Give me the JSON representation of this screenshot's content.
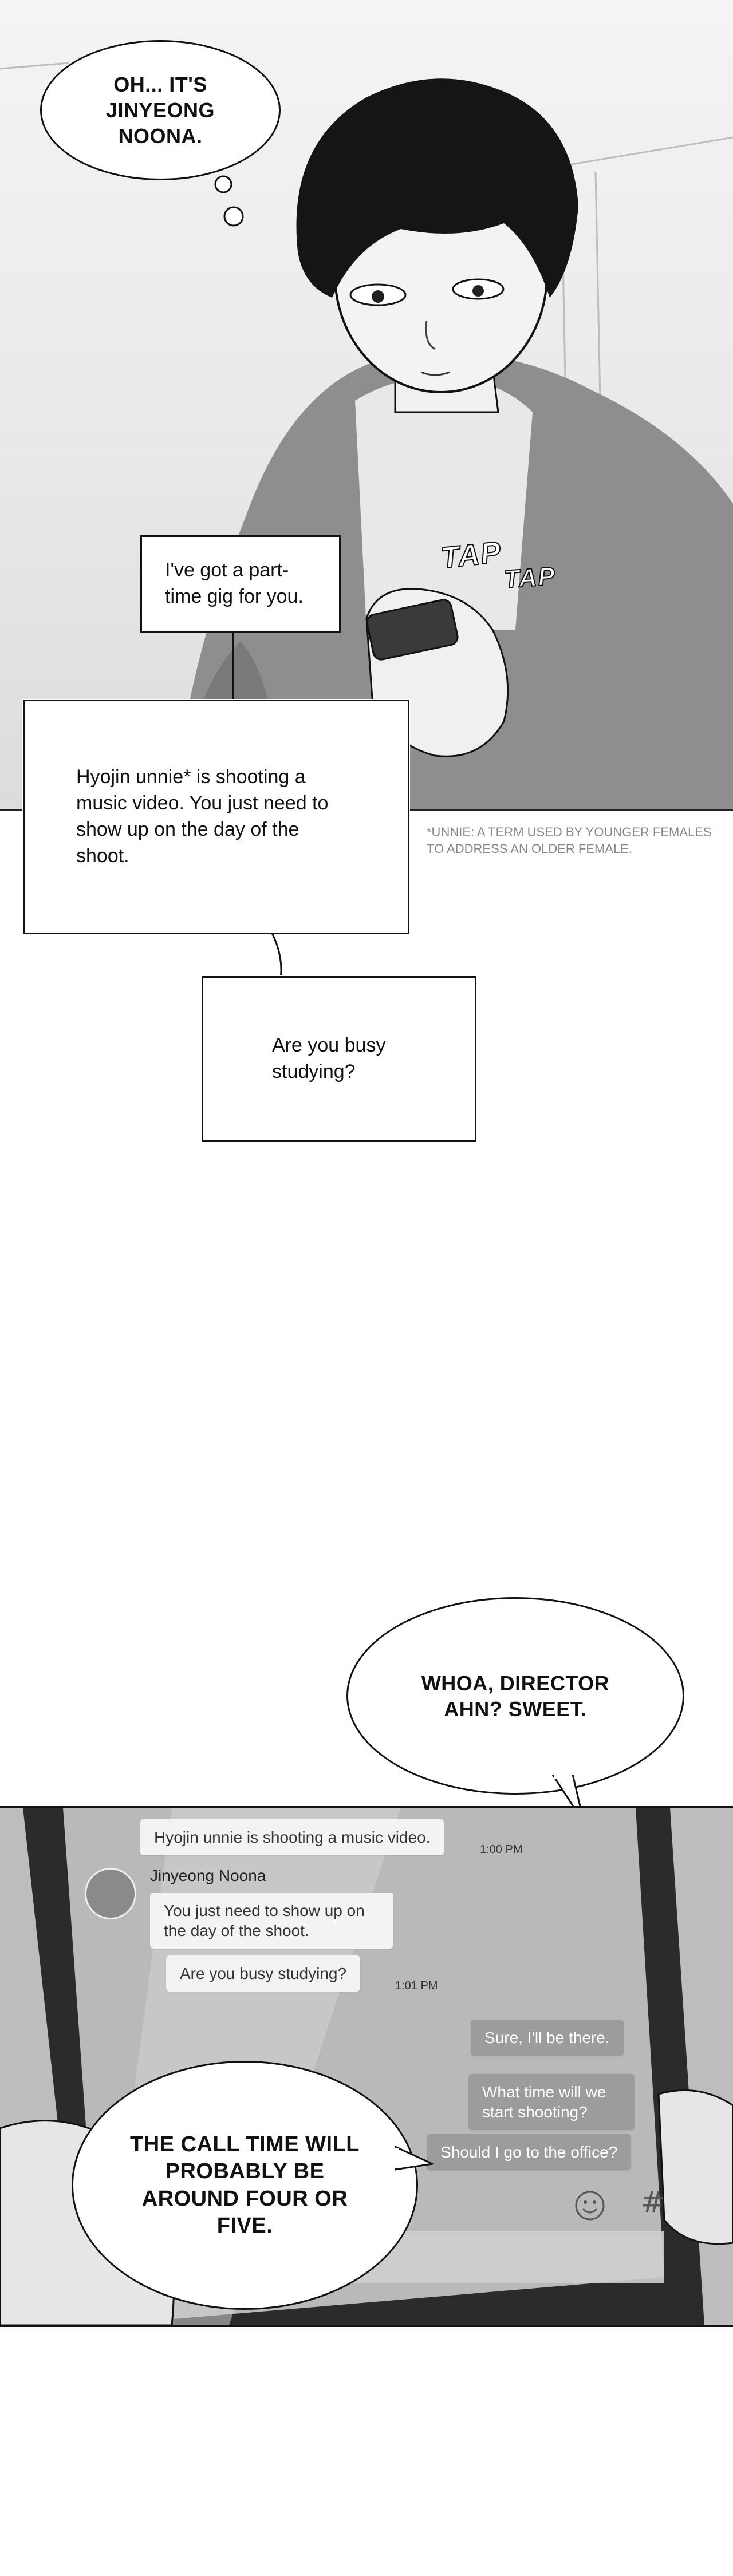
{
  "panel1": {
    "bubble_top": "OH... IT'S JINYEONG NOONA.",
    "sfx_1": "TAP",
    "sfx_2": "TAP",
    "caption_1": "I've got a part-time gig for you.",
    "caption_2": "Hyojin unnie* is shooting a music video. You just need to show up on the day of the shoot.",
    "footnote": "*UNNIE: A TERM USED BY YOUNGER FEMALES TO ADDRESS AN OLDER FEMALE.",
    "caption_3": "Are you busy studying?"
  },
  "bubble_mid": "WHOA, DIRECTOR AHN? SWEET.",
  "chat": {
    "msg_1": "Hyojin unnie is shooting a music video.",
    "time_1": "1:00 PM",
    "sender_name": "Jinyeong Noona",
    "msg_2": "You just need to show up on the day of the shoot.",
    "msg_3": "Are you busy studying?",
    "time_2": "1:01 PM",
    "reply_1": "Sure, I'll be there.",
    "reply_2": "What time will we start shooting?",
    "reply_3": "Should I go to the office?"
  },
  "bubble_bottom": "THE CALL TIME WILL PROBABLY BE AROUND FOUR OR FIVE."
}
